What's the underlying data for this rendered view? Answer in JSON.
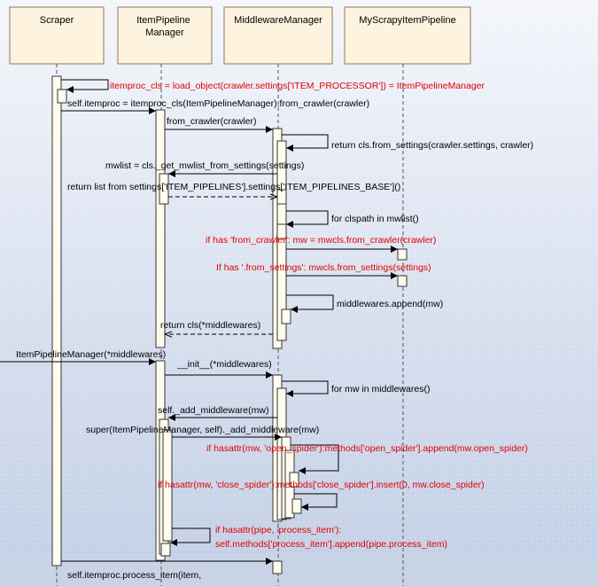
{
  "colors": {
    "background": "#c9d3e6",
    "lifeline_header": "#fdf3de",
    "activation": "#fffbee",
    "black_text": "#000000",
    "red_text": "#e00000"
  },
  "lifelines": [
    {
      "name": "Scraper"
    },
    {
      "name": "ItemPipeline\nManager"
    },
    {
      "name": "MiddlewareManager"
    },
    {
      "name": "MyScrapyItemPipeline"
    }
  ],
  "messages": [
    {
      "text": "itemproc_cls = load_object(crawler.settings['ITEM_PROCESSOR']) = ItemPipelineManager",
      "color": "red"
    },
    {
      "text": "self.itemproc = itemproc_cls(ItemPipelineManager).from_crawler(crawler)",
      "color": "black"
    },
    {
      "text": "from_crawler(crawler)",
      "color": "black"
    },
    {
      "text": "return cls.from_settings(crawler.settings, crawler)",
      "color": "black"
    },
    {
      "text": "mwlist = cls._get_mwlist_from_settings(settings)",
      "color": "black"
    },
    {
      "text": "return  list from settings['ITEM_PIPELINES'].settings['ITEM_PIPELINES_BASE']()",
      "color": "black"
    },
    {
      "text": "for clspath in mwlist()",
      "color": "black"
    },
    {
      "text": "if has 'from_crawler': mw = mwcls.from_crawler(crawler)",
      "color": "red"
    },
    {
      "text": "If has '.from_settings': mwcls.from_settings(settings)",
      "color": "red"
    },
    {
      "text": "middlewares.append(mw)",
      "color": "black"
    },
    {
      "text": "return cls(*middlewares)",
      "color": "black"
    },
    {
      "text": "ItemPipelineManager(*middlewares)",
      "color": "black"
    },
    {
      "text": "__init__(*middlewares)",
      "color": "black"
    },
    {
      "text": "for mw in middlewares()",
      "color": "black"
    },
    {
      "text": "self._add_middleware(mw)",
      "color": "black"
    },
    {
      "text": "super(ItemPipelineManager, self)._add_middleware(mw)",
      "color": "black"
    },
    {
      "text": "if hasattr(mw, 'open_spider'):methods['open_spider'].append(mw.open_spider)",
      "color": "red"
    },
    {
      "text": "if hasattr(mw, 'close_spider'):methods['close_spider'].insert(0, mw.close_spider)",
      "color": "red"
    },
    {
      "text": "if hasattr(pipe, 'process_item'):",
      "color": "red"
    },
    {
      "text": "self.methods['process_item'].append(pipe.process_item)",
      "color": "red"
    },
    {
      "text": "self.itemproc.process_item(item,",
      "color": "black"
    }
  ]
}
